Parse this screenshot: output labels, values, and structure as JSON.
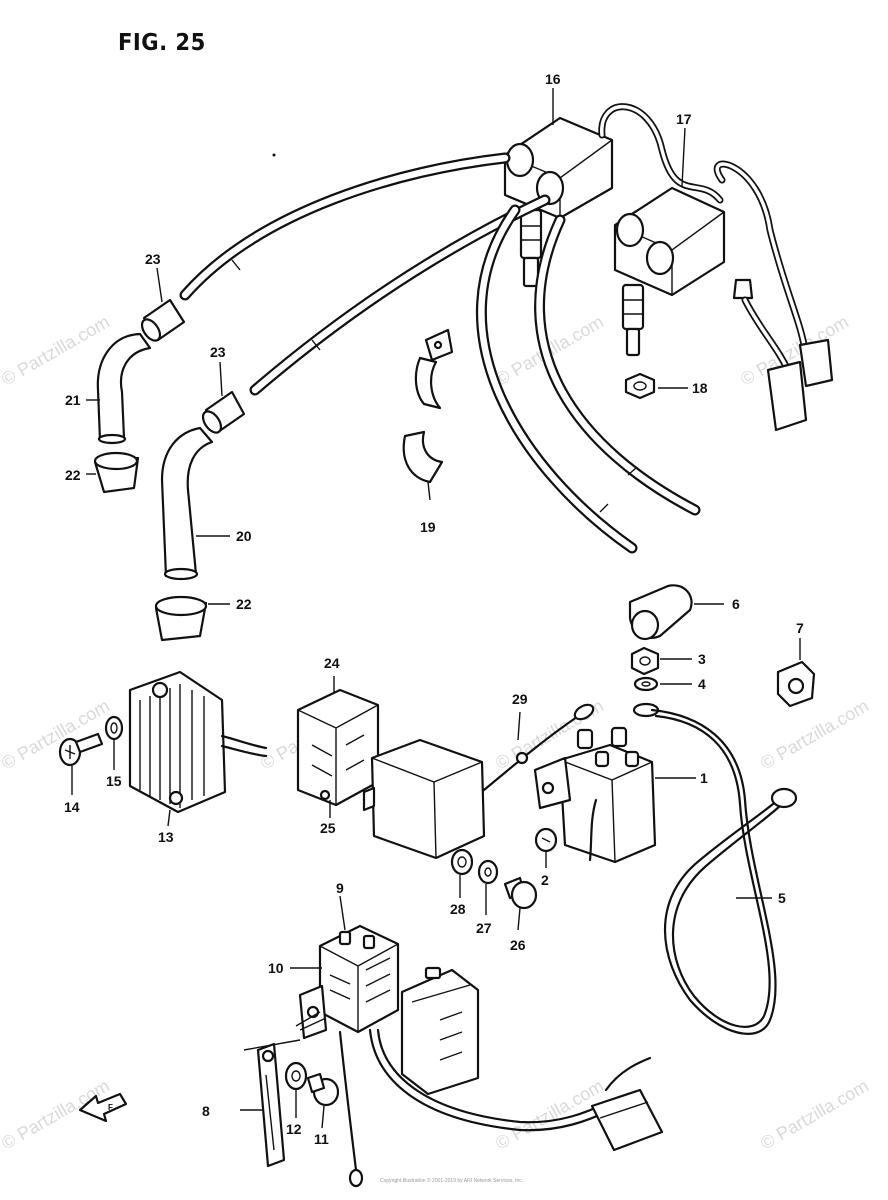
{
  "figure": {
    "title": "FIG. 25"
  },
  "watermark": {
    "text": "© Partzilla.com"
  },
  "copyright": {
    "text": "Copyright Illustration © 2001-2019 by ARI Network Services, Inc."
  },
  "callouts": {
    "c1": "1",
    "c2": "2",
    "c3": "3",
    "c4": "4",
    "c5": "5",
    "c6": "6",
    "c7": "7",
    "c8": "8",
    "c9": "9",
    "c10": "10",
    "c11": "11",
    "c12": "12",
    "c13": "13",
    "c14": "14",
    "c15": "15",
    "c16": "16",
    "c17": "17",
    "c18": "18",
    "c19": "19",
    "c20": "20",
    "c21": "21",
    "c22a": "22",
    "c22b": "22",
    "c23a": "23",
    "c23b": "23",
    "c24": "24",
    "c25": "25",
    "c26": "26",
    "c27": "27",
    "c28": "28",
    "c29": "29"
  },
  "icons": {
    "front_arrow": "front-arrow-icon"
  }
}
